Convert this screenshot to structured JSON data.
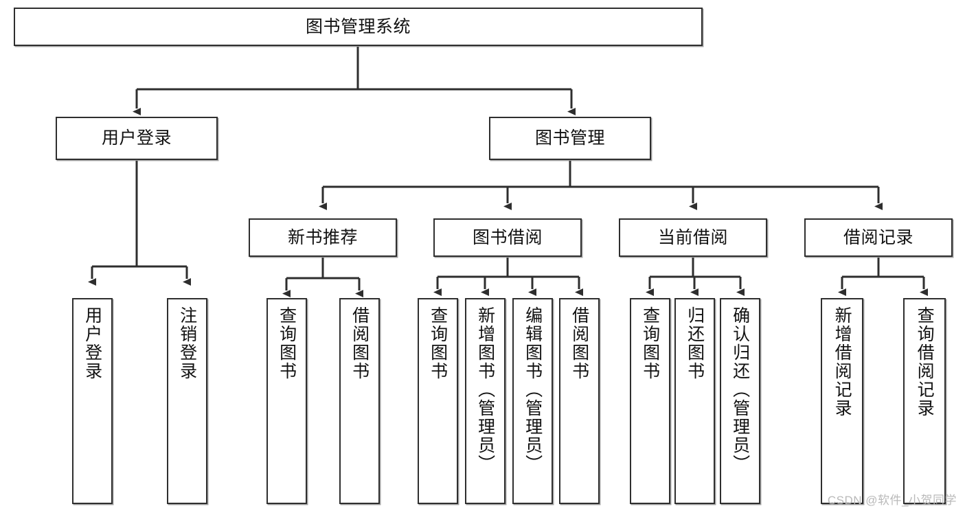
{
  "diagram": {
    "title": "图书管理系统",
    "type": "tree",
    "watermark": "CSDN @软件_小贺同学",
    "colors": {
      "box_border": "#2e2e2e",
      "box_fill": "#ffffff",
      "edge": "#2e2e2e",
      "text": "#111111",
      "watermark": "#b9b9b9"
    },
    "levels": {
      "root": {
        "label": "图书管理系统"
      },
      "level2": [
        {
          "id": "user-login",
          "label": "用户登录"
        },
        {
          "id": "book-manage",
          "label": "图书管理"
        }
      ],
      "level3": [
        {
          "id": "new-book-recommend",
          "label": "新书推荐"
        },
        {
          "id": "book-borrow",
          "label": "图书借阅"
        },
        {
          "id": "current-borrow",
          "label": "当前借阅"
        },
        {
          "id": "borrow-record",
          "label": "借阅记录"
        }
      ],
      "leaves": {
        "user-login": [
          {
            "id": "leaf-user-login",
            "label": "用户登录"
          },
          {
            "id": "leaf-logout",
            "label": "注销登录"
          }
        ],
        "new-book-recommend": [
          {
            "id": "leaf-query-book-1",
            "label": "查询图书"
          },
          {
            "id": "leaf-borrow-book-1",
            "label": "借阅图书"
          }
        ],
        "book-borrow": [
          {
            "id": "leaf-query-book-2",
            "label": "查询图书"
          },
          {
            "id": "leaf-add-book",
            "label": "新增图书（管理员）"
          },
          {
            "id": "leaf-edit-book",
            "label": "编辑图书（管理员）"
          },
          {
            "id": "leaf-borrow-book-2",
            "label": "借阅图书"
          }
        ],
        "current-borrow": [
          {
            "id": "leaf-query-book-3",
            "label": "查询图书"
          },
          {
            "id": "leaf-return-book",
            "label": "归还图书"
          },
          {
            "id": "leaf-confirm-return",
            "label": "确认归还（管理员）"
          }
        ],
        "borrow-record": [
          {
            "id": "leaf-add-record",
            "label": "新增借阅记录"
          },
          {
            "id": "leaf-query-record",
            "label": "查询借阅记录"
          }
        ]
      }
    }
  }
}
